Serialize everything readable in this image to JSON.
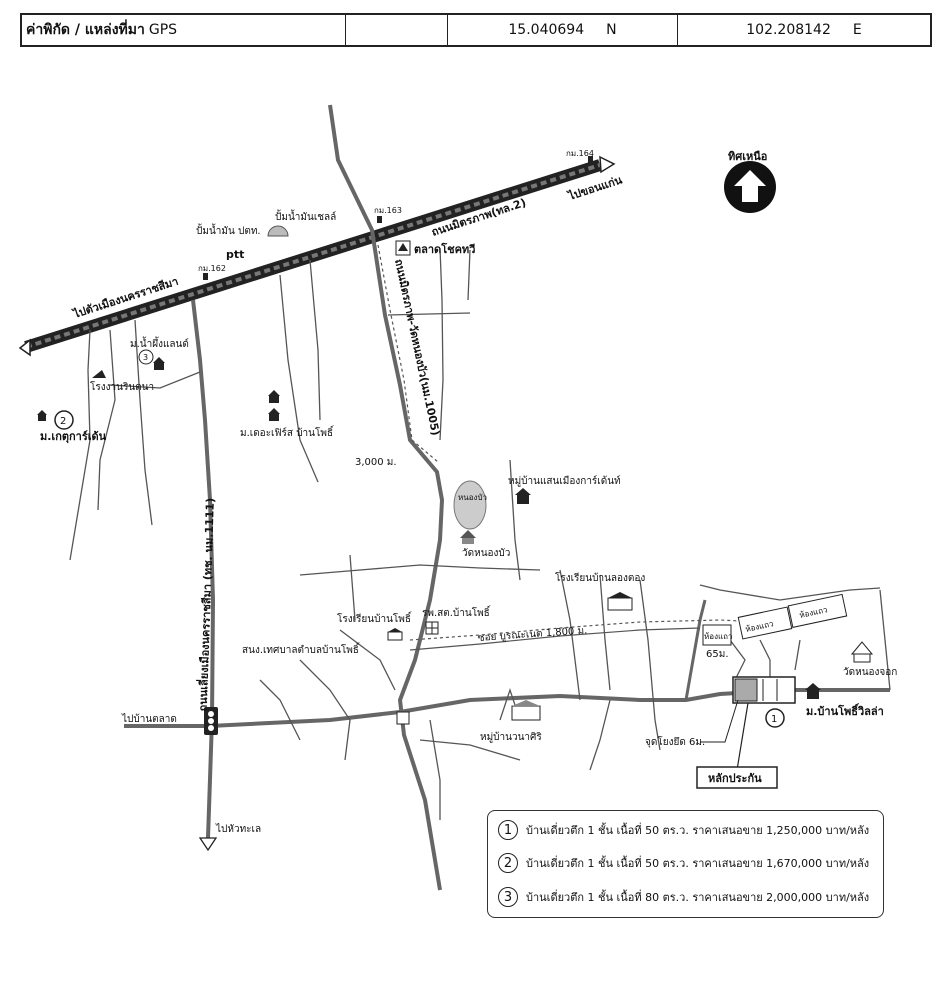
{
  "gps": {
    "label": "ค่าพิกัด / แหล่งที่มา",
    "source": "GPS",
    "lat_value": "15.040694",
    "lat_dir": "N",
    "lon_value": "102.208142",
    "lon_dir": "E"
  },
  "map": {
    "north": "ทิศเหนือ",
    "highway_name": "ถนนมิตรภาพ(ทล.2)",
    "to_khonkaen": "ไปขอนแก่น",
    "to_korat_city": "ไปตัวเมืองนครราชสีมา",
    "km162": "กม.162",
    "km163": "กม.163",
    "km164": "กม.164",
    "ptt_station": "ปั้มน้ำมัน ปตท.",
    "ptt_logo": "ptt",
    "shell_station": "ปั้มน้ำมันเชลล์",
    "chokchai_market": "ตลาดโชคทวี",
    "road_1005": "ถนนมิตรภาพ-วัดหนองบัว(นม.1005)",
    "road_1111": "ถนนเลี่ยงเมืองนครราชสีมา (ทช. นม.1111)",
    "namphueng_land": "ม.น้ำผึ้งแลนด์",
    "factory": "โรงงานรินตนา",
    "ket_garden": "ม.เกตุการ์เด้น",
    "the_first": "ม.เดอะเฟิร์ส บ้านโพธิ์",
    "dist_3000": "3,000 ม.",
    "nong_bua": "หนองบัว",
    "wat_nong_bua": "วัดหนองบัว",
    "saen_mueang": "หมู่บ้านแสนเมืองการ์เด้นท์",
    "school_long_kong": "โรงเรียนบ้านลองตอง",
    "school_ban_pho": "โรงเรียนบ้านโพธิ์",
    "hospital": "รพ.สต.บ้านโพธิ์",
    "soi_burana": "ซอย บูรณะเนต 1,800 ม.",
    "townhouse": "ห้องแถว",
    "dist_65": "65ม.",
    "municipal": "สนง.เทศบาลตำบลบ้านโพธิ์",
    "to_ban_talad": "ไปบ้านตลาด",
    "na_siri": "หมู่บ้านวนาศิริ",
    "start_point": "จุดโยงยึด 6ม.",
    "collateral": "หลักประกัน",
    "pho_villa": "ม.บ้านโพธิ์วิลล่า",
    "wat_nong_chok": "วัดหนองจอก",
    "to_hua_talae": "ไปหัวทะเล",
    "marker1": "1",
    "marker2": "2",
    "marker3": "3"
  },
  "legend": [
    {
      "num": "1",
      "text": "บ้านเดี่ยวตึก 1 ชั้น เนื้อที่ 50 ตร.ว. ราคาเสนอขาย 1,250,000 บาท/หลัง"
    },
    {
      "num": "2",
      "text": "บ้านเดี่ยวตึก 1 ชั้น เนื้อที่ 50 ตร.ว. ราคาเสนอขาย 1,670,000 บาท/หลัง"
    },
    {
      "num": "3",
      "text": "บ้านเดี่ยวตึก 1 ชั้น เนื้อที่ 80 ตร.ว. ราคาเสนอขาย 2,000,000 บาท/หลัง"
    }
  ]
}
